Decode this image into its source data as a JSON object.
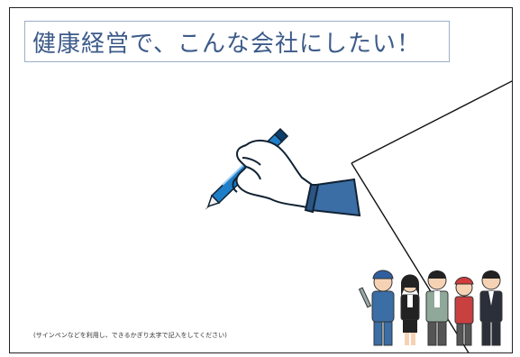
{
  "slide": {
    "title": "健康経営で、こんな会社にしたい！",
    "note": "(サインペンなどを利用し、できるかぎり太字で記入をしてください)"
  },
  "illustrations": {
    "hand": "hand-writing-with-pen",
    "people": [
      "worker-with-wrench",
      "office-woman",
      "office-man",
      "shop-woman",
      "businessman"
    ]
  },
  "colors": {
    "title_text": "#3d5b8a",
    "title_border": "#9bb0c8",
    "pen": "#1f7ec8",
    "sleeve": "#3a6ea5"
  }
}
